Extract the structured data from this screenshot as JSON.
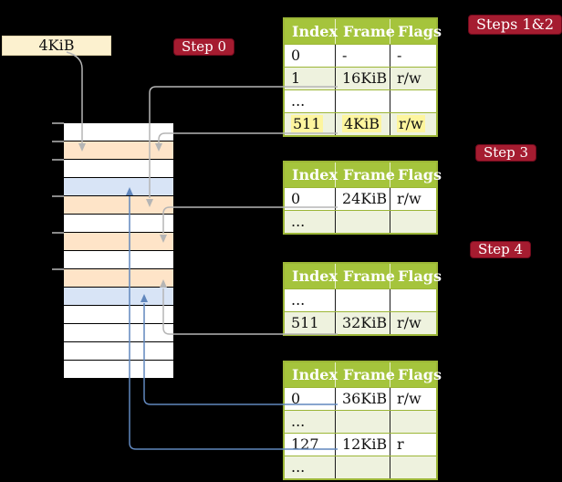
{
  "colors": {
    "background": "#000000",
    "badge_red": "#a51c30",
    "table_header_green": "#a5c43c",
    "table_row_green": "#eef2de",
    "table_border_green": "#9cb637",
    "highlight_yellow": "#fdf59e",
    "memory_orange": "#fee4c8",
    "memory_blue": "#d8e4f6",
    "memory_cream": "#fcf1cf",
    "connector_gray": "#b5b5b5",
    "connector_blue": "#6187bd"
  },
  "page_size_label": "4KiB",
  "badges": {
    "step0": "Step 0",
    "steps12": "Steps 1&2",
    "step3": "Step 3",
    "step4": "Step 4"
  },
  "memory": {
    "rows": [
      "white",
      "orange",
      "white",
      "blue",
      "orange",
      "white",
      "orange",
      "white",
      "orange",
      "blue",
      "white",
      "white",
      "white",
      "white"
    ]
  },
  "tables": {
    "headers": [
      "Index",
      "Frame",
      "Flags"
    ],
    "t1": {
      "rows": [
        [
          "0",
          "-",
          "-"
        ],
        [
          "1",
          "16KiB",
          "r/w"
        ],
        [
          "...",
          "",
          ""
        ],
        [
          "511",
          "4KiB",
          "r/w"
        ]
      ]
    },
    "t2": {
      "rows": [
        [
          "0",
          "24KiB",
          "r/w"
        ],
        [
          "...",
          "",
          ""
        ]
      ]
    },
    "t3": {
      "rows": [
        [
          "...",
          "",
          ""
        ],
        [
          "511",
          "32KiB",
          "r/w"
        ]
      ]
    },
    "t4": {
      "rows": [
        [
          "0",
          "36KiB",
          "r/w"
        ],
        [
          "...",
          "",
          ""
        ],
        [
          "127",
          "12KiB",
          "r"
        ],
        [
          "...",
          "",
          ""
        ]
      ]
    }
  }
}
